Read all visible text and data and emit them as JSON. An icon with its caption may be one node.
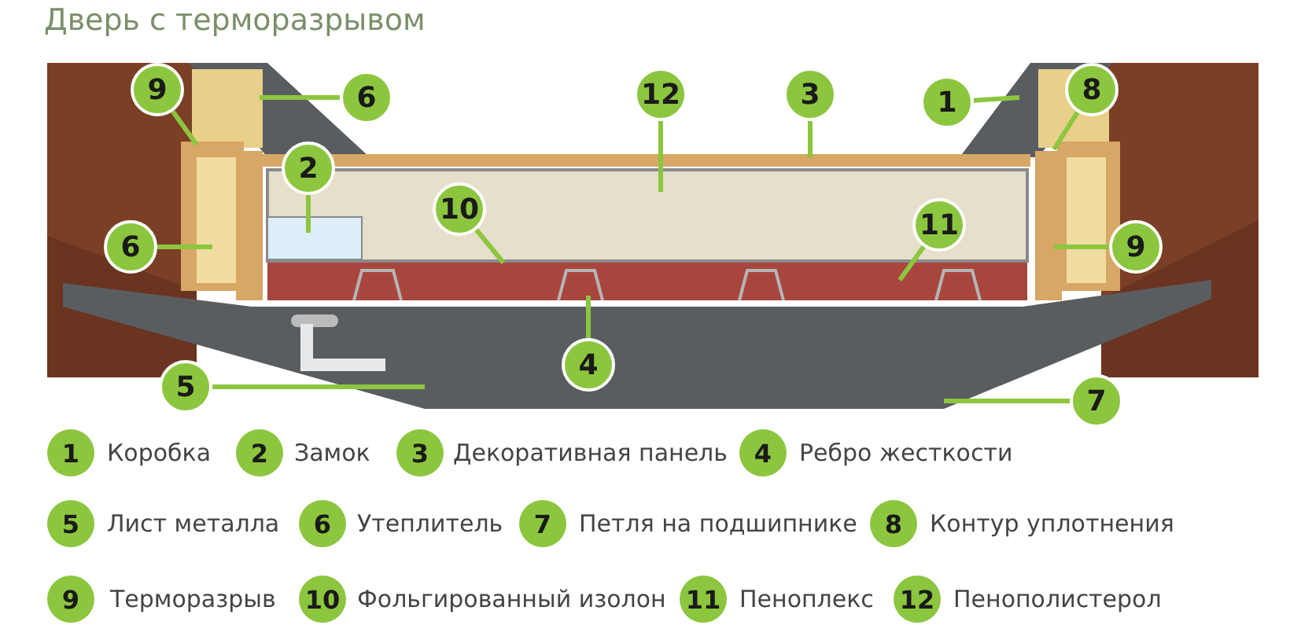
{
  "diagram": {
    "title": "Дверь с терморазрывом",
    "nodes": [
      {
        "text": [
          "9"
        ]
      },
      {
        "text": [
          "6"
        ]
      },
      {
        "text": [
          "12"
        ]
      },
      {
        "text": [
          "3"
        ]
      },
      {
        "text": [
          "1"
        ]
      },
      {
        "text": [
          "8"
        ]
      },
      {
        "text": [
          "2"
        ]
      },
      {
        "text": [
          "6"
        ]
      },
      {
        "text": [
          "10"
        ]
      },
      {
        "text": [
          "11"
        ]
      },
      {
        "text": [
          "9"
        ]
      },
      {
        "text": [
          "4"
        ]
      },
      {
        "text": [
          "5"
        ]
      },
      {
        "text": [
          "7"
        ]
      }
    ],
    "edges": [
      {
        "from": 0,
        "to": null,
        "arrow": "none"
      },
      {
        "from": 1,
        "to": null,
        "arrow": "none"
      },
      {
        "from": 2,
        "to": null,
        "arrow": "none"
      },
      {
        "from": 3,
        "to": null,
        "arrow": "none"
      },
      {
        "from": 4,
        "to": null,
        "arrow": "none"
      },
      {
        "from": 5,
        "to": null,
        "arrow": "none"
      },
      {
        "from": 6,
        "to": null,
        "arrow": "none"
      },
      {
        "from": 7,
        "to": null,
        "arrow": "none"
      },
      {
        "from": 8,
        "to": null,
        "arrow": "none"
      },
      {
        "from": 9,
        "to": null,
        "arrow": "none"
      },
      {
        "from": 10,
        "to": null,
        "arrow": "none"
      },
      {
        "from": 11,
        "to": null,
        "arrow": "none"
      },
      {
        "from": 12,
        "to": null,
        "arrow": "none"
      },
      {
        "from": 13,
        "to": null,
        "arrow": "none"
      }
    ],
    "labels": [
      "1",
      "Коробка",
      "2",
      "Замок",
      "3",
      "Декоративная панель",
      "4",
      "Ребро жесткости",
      "5",
      "Лист металла",
      "6",
      "Утеплитель",
      "7",
      "Петля на подшипнике",
      "8",
      "Контур уплотнения",
      "9",
      "Терморазрыв",
      "10",
      "Фольгированный изолон",
      "11",
      "Пеноплекс",
      "12",
      "Пенополистерол"
    ]
  }
}
